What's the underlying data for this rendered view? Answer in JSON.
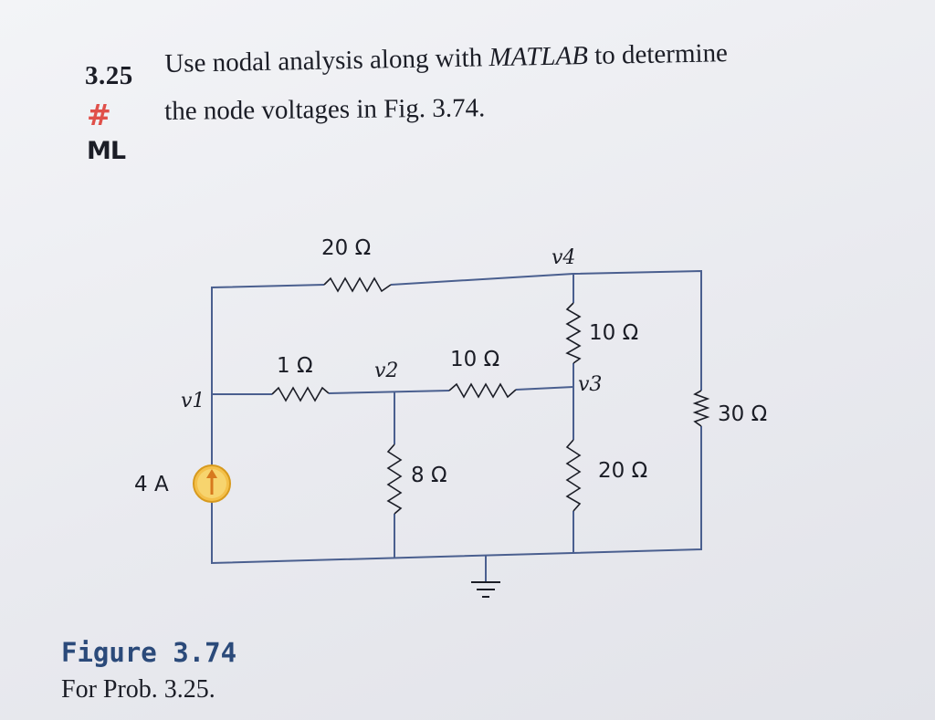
{
  "problem": {
    "number": "3.25",
    "line1_pre": "Use nodal analysis along with ",
    "line1_em": "MATLAB",
    "line1_post": " to determine",
    "line2": "the node voltages in Fig. 3.74.",
    "icons": [
      "hash-icon",
      "ml-icon"
    ],
    "hash_symbol": "#",
    "ml_label": "ML"
  },
  "circuit": {
    "nodes": {
      "v1": "v1",
      "v2": "v2",
      "v3": "v3",
      "v4": "v4"
    },
    "labels": {
      "r_20_top": "20 Ω",
      "r_1": "1 Ω",
      "r_10_mid": "10 Ω",
      "r_10_right": "10 Ω",
      "r_8": "8 Ω",
      "r_20_bottom": "20 Ω",
      "r_30": "30 Ω",
      "source": "4 A"
    },
    "colors": {
      "wire": "#4a5f8f",
      "source_fill": "#f4c04a",
      "source_stroke": "#d79a1e",
      "ink": "#1b1d26"
    }
  },
  "figure": {
    "title": "Figure 3.74",
    "caption": "For Prob. 3.25."
  }
}
